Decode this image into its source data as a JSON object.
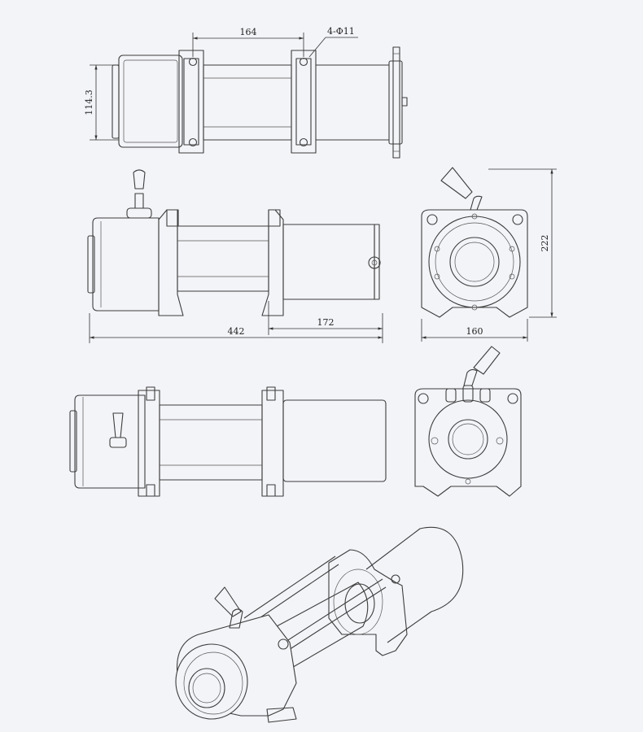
{
  "dimensions": {
    "top_width": "164",
    "holes": "4-Φ11",
    "top_height": "114.3",
    "overall_length": "442",
    "drum_length": "172",
    "end_width": "160",
    "end_height": "222"
  },
  "colors": {
    "background": "#f3f4f8",
    "line": "#3d3d3d"
  }
}
